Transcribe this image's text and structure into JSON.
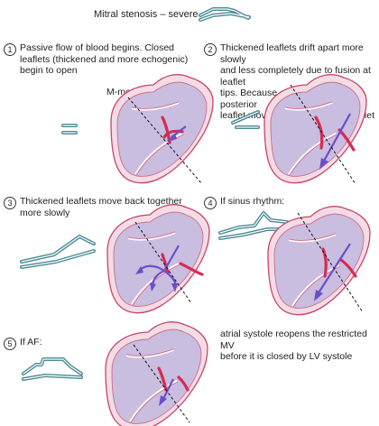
{
  "title": "Mitral stenosis – severe",
  "mmode_label": "M-mode",
  "steps": [
    {
      "number": "1",
      "text": [
        "Passive flow of blood begins. Closed",
        "leaflets (thickened and more echogenic)",
        "begin to open"
      ]
    },
    {
      "number": "2",
      "text": [
        "Thickened leaflets drift apart more slowly",
        "and less completely due to fusion at leaflet",
        "tips. Because of the fusion the posterior",
        "leaflet moves towards anterior leaflet"
      ]
    },
    {
      "number": "3",
      "text": [
        "Thickened leaflets move back together",
        "more slowly"
      ]
    },
    {
      "number": "4",
      "text": [
        "If sinus rhythm:"
      ]
    },
    {
      "number": "5",
      "text": [
        "If AF:"
      ]
    }
  ],
  "sinus_note": [
    "atrial systole reopens the restricted MV",
    "before it is closed by LV systole"
  ],
  "colors": {
    "heart_outline": "#c9446c",
    "heart_fill": "#f2dde6",
    "chamber_fill": "#c9bde0",
    "leaflet": "#d42c52",
    "flow_arrow": "#6b4fc8",
    "mmode_trace": "#4a8a95"
  }
}
